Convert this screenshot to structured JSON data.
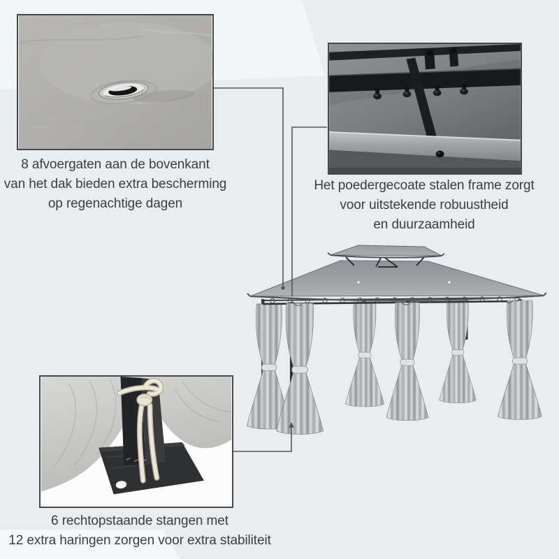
{
  "page": {
    "background_color": "#e9edf0",
    "text_color": "#3a3e42",
    "connector_color": "#53575b"
  },
  "callouts": {
    "drain_holes": {
      "image_name": "roof-drain-hole-photo",
      "lines": [
        "8 afvoergaten aan de bovenkant",
        "van het dak bieden extra bescherming",
        "op regenachtige dagen"
      ]
    },
    "steel_frame": {
      "image_name": "steel-frame-underside-photo",
      "lines": [
        "Het poedergecoate stalen frame zorgt",
        "voor uitstekende robuustheid",
        "en duurzaamheid"
      ]
    },
    "stability": {
      "image_name": "pole-base-stake-photo",
      "lines": [
        "6 rechtopstaande stangen met",
        "12 extra haringen zorgen voor extra stabiliteit"
      ]
    }
  },
  "product": {
    "name": "gazebo-with-tied-curtains",
    "roof_color": "#9da1a4",
    "frame_color": "#2f3336",
    "curtain_color": "#c3c6c8"
  }
}
